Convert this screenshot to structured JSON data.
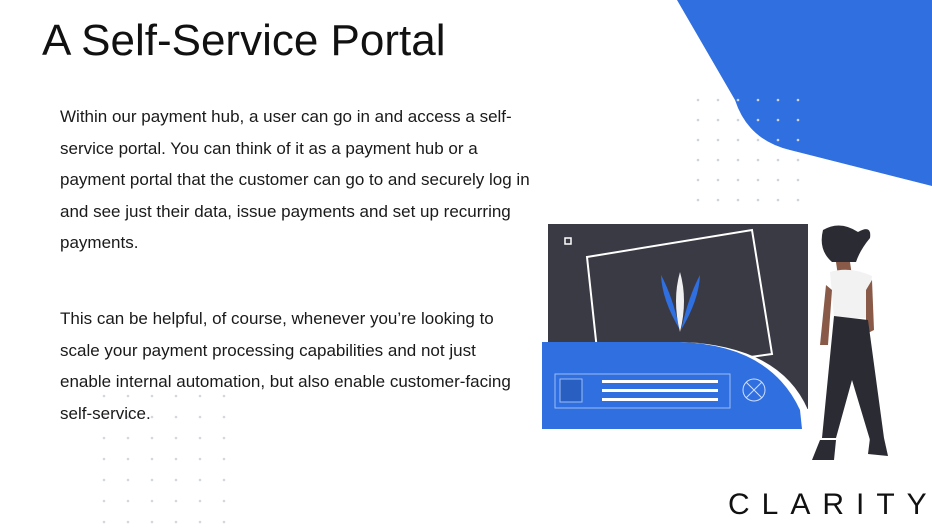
{
  "slide": {
    "title": "A Self-Service Portal",
    "paragraphs": [
      "Within our payment hub, a user can go in and access a self-service portal.  You can think of it as a payment hub or a payment portal that the customer can go to and securely log in and see just their data, issue payments and set up recurring payments.",
      "This can be helpful, of course, whenever you’re looking to scale your payment processing capabilities and not just enable internal automation, but also enable customer-facing self-service."
    ],
    "logo_text": "CLARITY",
    "colors": {
      "accent": "#2f6fe0",
      "dark": "#3a3a45",
      "text": "#1a1a1a"
    }
  }
}
